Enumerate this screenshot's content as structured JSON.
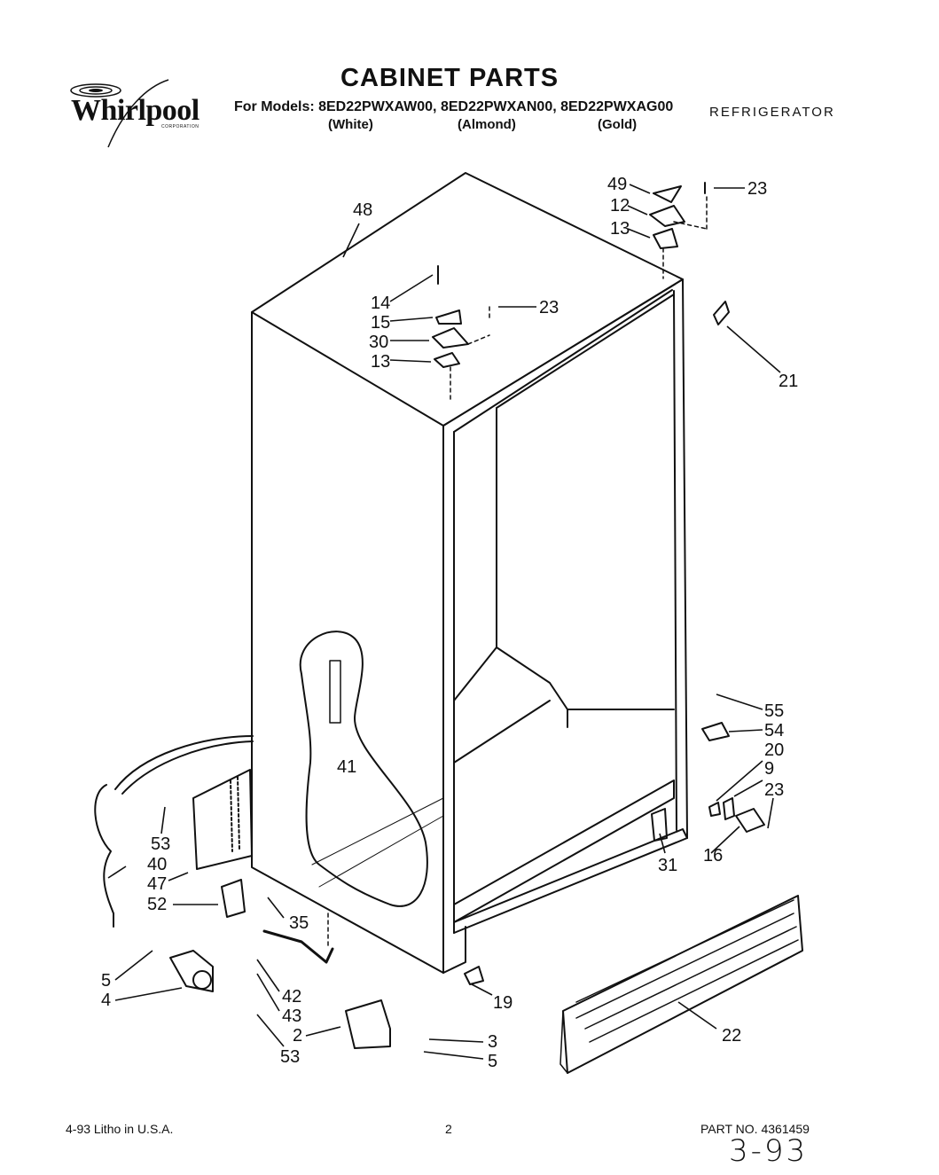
{
  "header": {
    "brand": "Whirlpool",
    "brand_corp": "CORPORATION",
    "title": "CABINET PARTS",
    "models_line": "For Models: 8ED22PWXAW00, 8ED22PWXAN00, 8ED22PWXAG00",
    "finishes": [
      "(White)",
      "(Almond)",
      "(Gold)"
    ],
    "appliance_type": "REFRIGERATOR"
  },
  "callouts": {
    "c48": "48",
    "c49": "49",
    "c12": "12",
    "c13a": "13",
    "c23a": "23",
    "c14": "14",
    "c15": "15",
    "c30": "30",
    "c13b": "13",
    "c23b": "23",
    "c21": "21",
    "c41": "41",
    "c55": "55",
    "c54": "54",
    "c20": "20",
    "c9": "9",
    "c23c": "23",
    "c16": "16",
    "c31": "31",
    "c53a": "53",
    "c40": "40",
    "c47": "47",
    "c52": "52",
    "c35": "35",
    "c5a": "5",
    "c4": "4",
    "c42": "42",
    "c43": "43",
    "c2": "2",
    "c53b": "53",
    "c3": "3",
    "c5b": "5",
    "c19": "19",
    "c22": "22"
  },
  "footer": {
    "litho": "4-93  Litho in U.S.A.",
    "page_number": "2",
    "part_no": "PART NO. 4361459",
    "handwritten_date": "3-93"
  },
  "colors": {
    "ink": "#111111",
    "paper": "#ffffff"
  }
}
